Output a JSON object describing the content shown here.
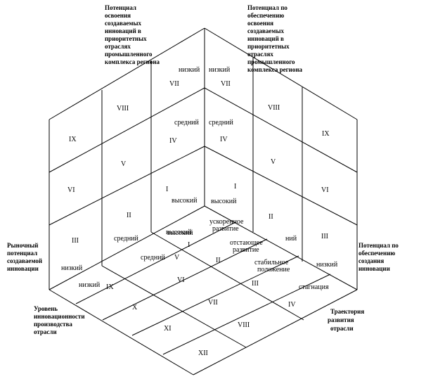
{
  "axis_titles": {
    "top_left": [
      "Потенциал",
      "освоения",
      "создаваемых",
      "инноваций в",
      "приоритетных",
      "отраслях",
      "промышленного",
      "комплекса региона"
    ],
    "top_right": [
      "Потенциал по",
      "обеспечению",
      "освоения",
      "создаваемых",
      "инноваций в",
      "приоритетных",
      "отраслях",
      "промышленного",
      "комплекса региона"
    ],
    "left": [
      "Рыночный",
      "потенциал",
      "создаваемой",
      "инновации"
    ],
    "right": [
      "Потенциал по",
      "обеспечению",
      "создания",
      "инновации"
    ],
    "bottom_left": [
      "Уровень",
      "инновационности",
      "производства",
      "отрасли"
    ],
    "bottom_right": [
      "Траектория",
      "развития",
      "отрасли"
    ]
  },
  "left_face": {
    "cells": [
      "VII",
      "VIII",
      "IX",
      "IV",
      "V",
      "VI",
      "I",
      "II",
      "III"
    ],
    "levels": [
      "низкий",
      "средний",
      "высокий"
    ],
    "side_levels": [
      "высокий",
      "средний",
      "низкий"
    ]
  },
  "right_face": {
    "cells": [
      "VII",
      "VIII",
      "IX",
      "IV",
      "V",
      "VI",
      "I",
      "II",
      "III"
    ],
    "levels": [
      "низкий",
      "средний",
      "высокий"
    ],
    "side_levels": [
      "ний",
      "низкий"
    ]
  },
  "floor": {
    "cells": [
      "I",
      "II",
      "III",
      "IV",
      "V",
      "VI",
      "VII",
      "VIII",
      "IX",
      "X",
      "XI",
      "XII"
    ],
    "trajectories": [
      "ускоренное развитие",
      "отстающее развитие",
      "стабильное положение",
      "стагнация"
    ],
    "levels": [
      "высокий",
      "средний",
      "низкий"
    ]
  }
}
